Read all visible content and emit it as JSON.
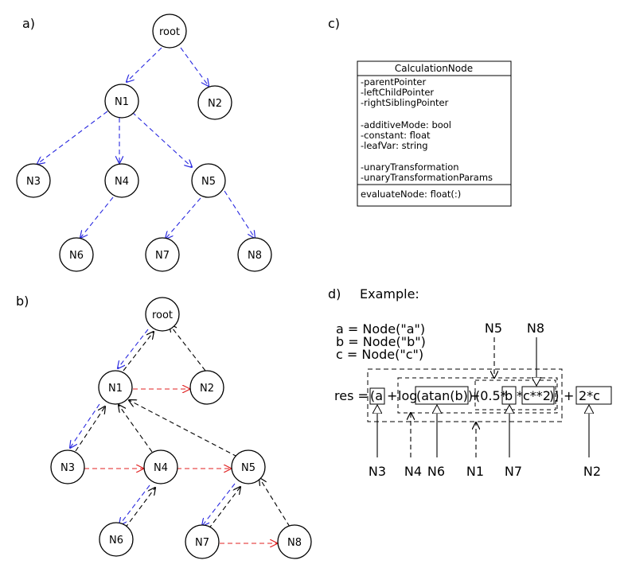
{
  "panels": {
    "a": "a)",
    "b": "b)",
    "c": "c)",
    "d": "d)",
    "d_title": "Example:"
  },
  "nodes": {
    "root": "root",
    "n1": "N1",
    "n2": "N2",
    "n3": "N3",
    "n4": "N4",
    "n5": "N5",
    "n6": "N6",
    "n7": "N7",
    "n8": "N8"
  },
  "uml": {
    "class_name": "CalculationNode",
    "attributes": [
      "-parentPointer",
      "-leftChildPointer",
      "-rightSiblingPointer",
      "",
      "-additiveMode: bool",
      "-constant: float",
      "-leafVar: string",
      "",
      "-unaryTransformation",
      "-unaryTransformationParams"
    ],
    "method": "evaluateNode: float(:)"
  },
  "example": {
    "decl_a": "a = Node(\"a\")",
    "decl_b": "b = Node(\"b\")",
    "decl_c": "c = Node(\"c\")",
    "res_prefix": "res =",
    "t_open_a": "(a",
    "t_plus1": "+",
    "t_log": "log",
    "t_atan": "(atan(b))",
    "t_plus2": "+",
    "t_paren": "(0.5*",
    "t_b": "b",
    "t_star": "*",
    "t_c": "c**2",
    "t_close": "))",
    "t_plus3": "+",
    "t_2c": "2*c",
    "label_n5": "N5",
    "label_n8": "N8",
    "label_n3": "N3",
    "label_n4": "N4",
    "label_n6": "N6",
    "label_n1": "N1",
    "label_n7": "N7",
    "label_n2": "N2"
  },
  "colors": {
    "child_edge": "#2a2ae0",
    "sibling_edge": "#e02020",
    "parent_edge": "#000000"
  }
}
